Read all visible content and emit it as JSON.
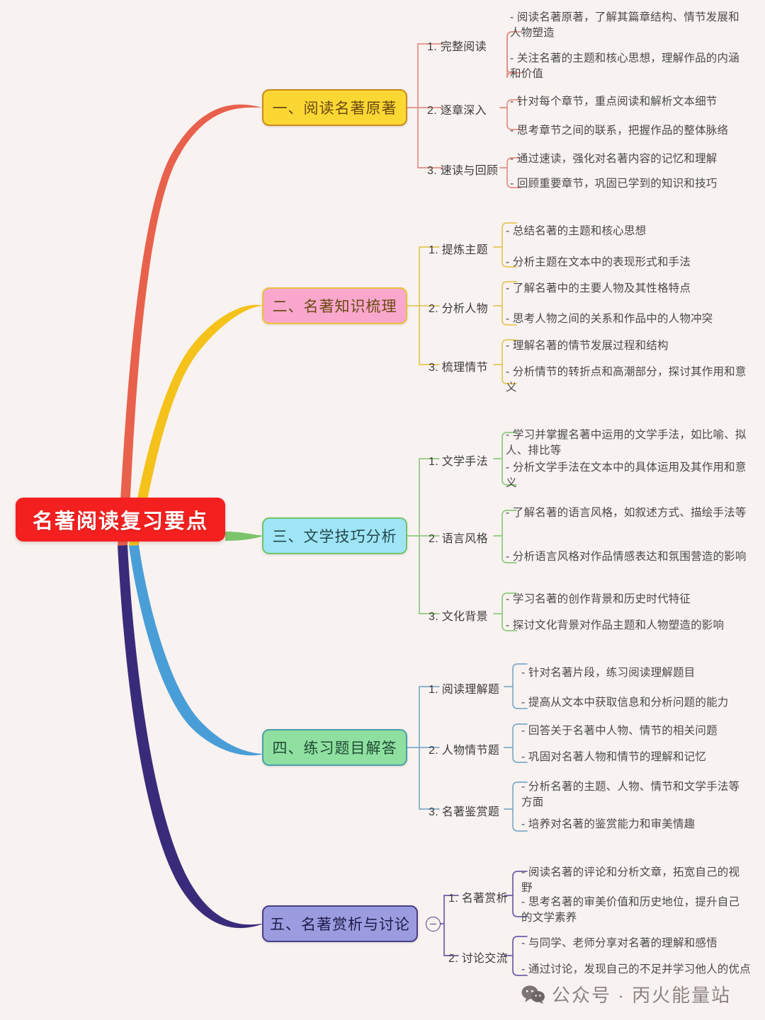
{
  "root": {
    "label": "名著阅读复习要点",
    "color": "#f42020",
    "text_color": "#ffffff"
  },
  "watermark": {
    "icon": "wechat-icon",
    "text": "公众号 · 丙火能量站"
  },
  "collapse_toggle": {
    "name": "collapse-toggle-branch-5",
    "symbol": "−"
  },
  "branches": [
    {
      "label": "一、阅读名著原著",
      "fill": "#fbd734",
      "border": "#c98b1e",
      "text_color": "#6b4a12",
      "edge": "#e8614c",
      "children": [
        {
          "label": "1. 完整阅读",
          "leaves": [
            "- 阅读名著原著，了解其篇章结构、情节发展和人物塑造",
            "- 关注名著的主题和核心思想，理解作品的内涵和价值"
          ]
        },
        {
          "label": "2. 逐章深入",
          "leaves": [
            "- 针对每个章节，重点阅读和解析文本细节",
            "- 思考章节之间的联系，把握作品的整体脉络"
          ]
        },
        {
          "label": "3. 速读与回顾",
          "leaves": [
            "- 通过速读，强化对名著内容的记忆和理解",
            "- 回顾重要章节，巩固已学到的知识和技巧"
          ]
        }
      ]
    },
    {
      "label": "二、名著知识梳理",
      "fill": "#f9a7cd",
      "border": "#e8c23a",
      "text_color": "#6b4a12",
      "edge": "#f5c21c",
      "children": [
        {
          "label": "1. 提炼主题",
          "leaves": [
            "- 总结名著的主题和核心思想",
            "- 分析主题在文本中的表现形式和手法"
          ]
        },
        {
          "label": "2. 分析人物",
          "leaves": [
            "- 了解名著中的主要人物及其性格特点",
            "- 思考人物之间的关系和作品中的人物冲突"
          ]
        },
        {
          "label": "3. 梳理情节",
          "leaves": [
            "- 理解名著的情节发展过程和结构",
            "- 分析情节的转折点和高潮部分，探讨其作用和意义"
          ]
        }
      ]
    },
    {
      "label": "三、文学技巧分析",
      "fill": "#9fe5f5",
      "border": "#73c46d",
      "text_color": "#22484e",
      "edge": "#7cc46b",
      "children": [
        {
          "label": "1. 文学手法",
          "leaves": [
            "- 学习并掌握名著中运用的文学手法，如比喻、拟人、排比等",
            "- 分析文学手法在文本中的具体运用及其作用和意义"
          ]
        },
        {
          "label": "2. 语言风格",
          "leaves": [
            "- 了解名著的语言风格，如叙述方式、描绘手法等",
            "- 分析语言风格对作品情感表达和氛围营造的影响"
          ]
        },
        {
          "label": "3. 文化背景",
          "leaves": [
            "- 学习名著的创作背景和历史时代特征",
            "- 探讨文化背景对作品主题和人物塑造的影响"
          ]
        }
      ]
    },
    {
      "label": "四、练习题目解答",
      "fill": "#8fe0a0",
      "border": "#4aa0a8",
      "text_color": "#1f4a33",
      "edge": "#4a9ed8",
      "children": [
        {
          "label": "1. 阅读理解题",
          "leaves": [
            "- 针对名著片段，练习阅读理解题目",
            "- 提高从文本中获取信息和分析问题的能力"
          ]
        },
        {
          "label": "2. 人物情节题",
          "leaves": [
            "- 回答关于名著中人物、情节的相关问题",
            "- 巩固对名著人物和情节的理解和记忆"
          ]
        },
        {
          "label": "3. 名著鉴赏题",
          "leaves": [
            "- 分析名著的主题、人物、情节和文学手法等方面",
            "- 培养对名著的鉴赏能力和审美情趣"
          ]
        }
      ]
    },
    {
      "label": "五、名著赏析与讨论",
      "fill": "#9b9cdf",
      "border": "#4a3f86",
      "text_color": "#1e1b4b",
      "edge": "#3a2b7a",
      "children": [
        {
          "label": "1. 名著赏析",
          "leaves": [
            "- 阅读名著的评论和分析文章，拓宽自己的视野",
            "- 思考名著的审美价值和历史地位，提升自己的文学素养"
          ]
        },
        {
          "label": "2. 讨论交流",
          "leaves": [
            "- 与同学、老师分享对名著的理解和感悟",
            "- 通过讨论，发现自己的不足并学习他人的优点"
          ]
        }
      ]
    }
  ]
}
